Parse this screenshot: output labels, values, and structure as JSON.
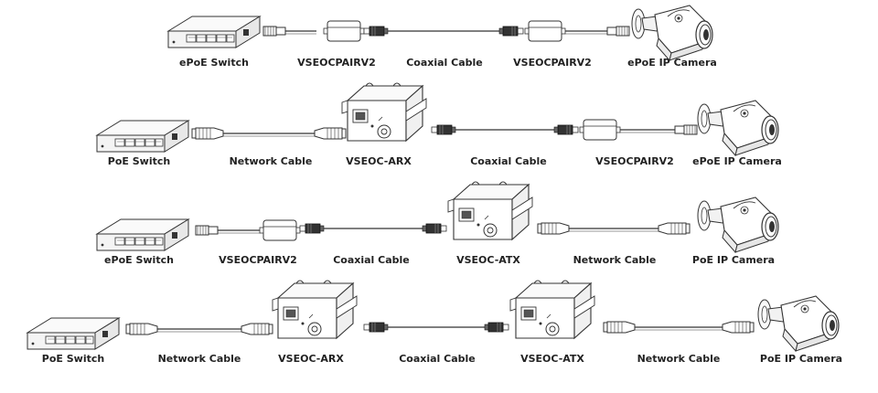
{
  "rows": [
    {
      "labels": [
        "ePoE Switch",
        "VSEOCPAIRV2",
        "Coaxial Cable",
        "VSEOCPAIRV2",
        "ePoE IP Camera"
      ]
    },
    {
      "labels": [
        "PoE Switch",
        "Network Cable",
        "VSEOC-ARX",
        "Coaxial Cable",
        "VSEOCPAIRV2",
        "ePoE IP Camera"
      ]
    },
    {
      "labels": [
        "ePoE Switch",
        "VSEOCPAIRV2",
        "Coaxial Cable",
        "VSEOC-ATX",
        "Network Cable",
        "PoE IP Camera"
      ]
    },
    {
      "labels": [
        "PoE Switch",
        "Network Cable",
        "VSEOC-ARX",
        "Coaxial Cable",
        "VSEOC-ATX",
        "Network Cable",
        "PoE IP Camera"
      ]
    }
  ]
}
